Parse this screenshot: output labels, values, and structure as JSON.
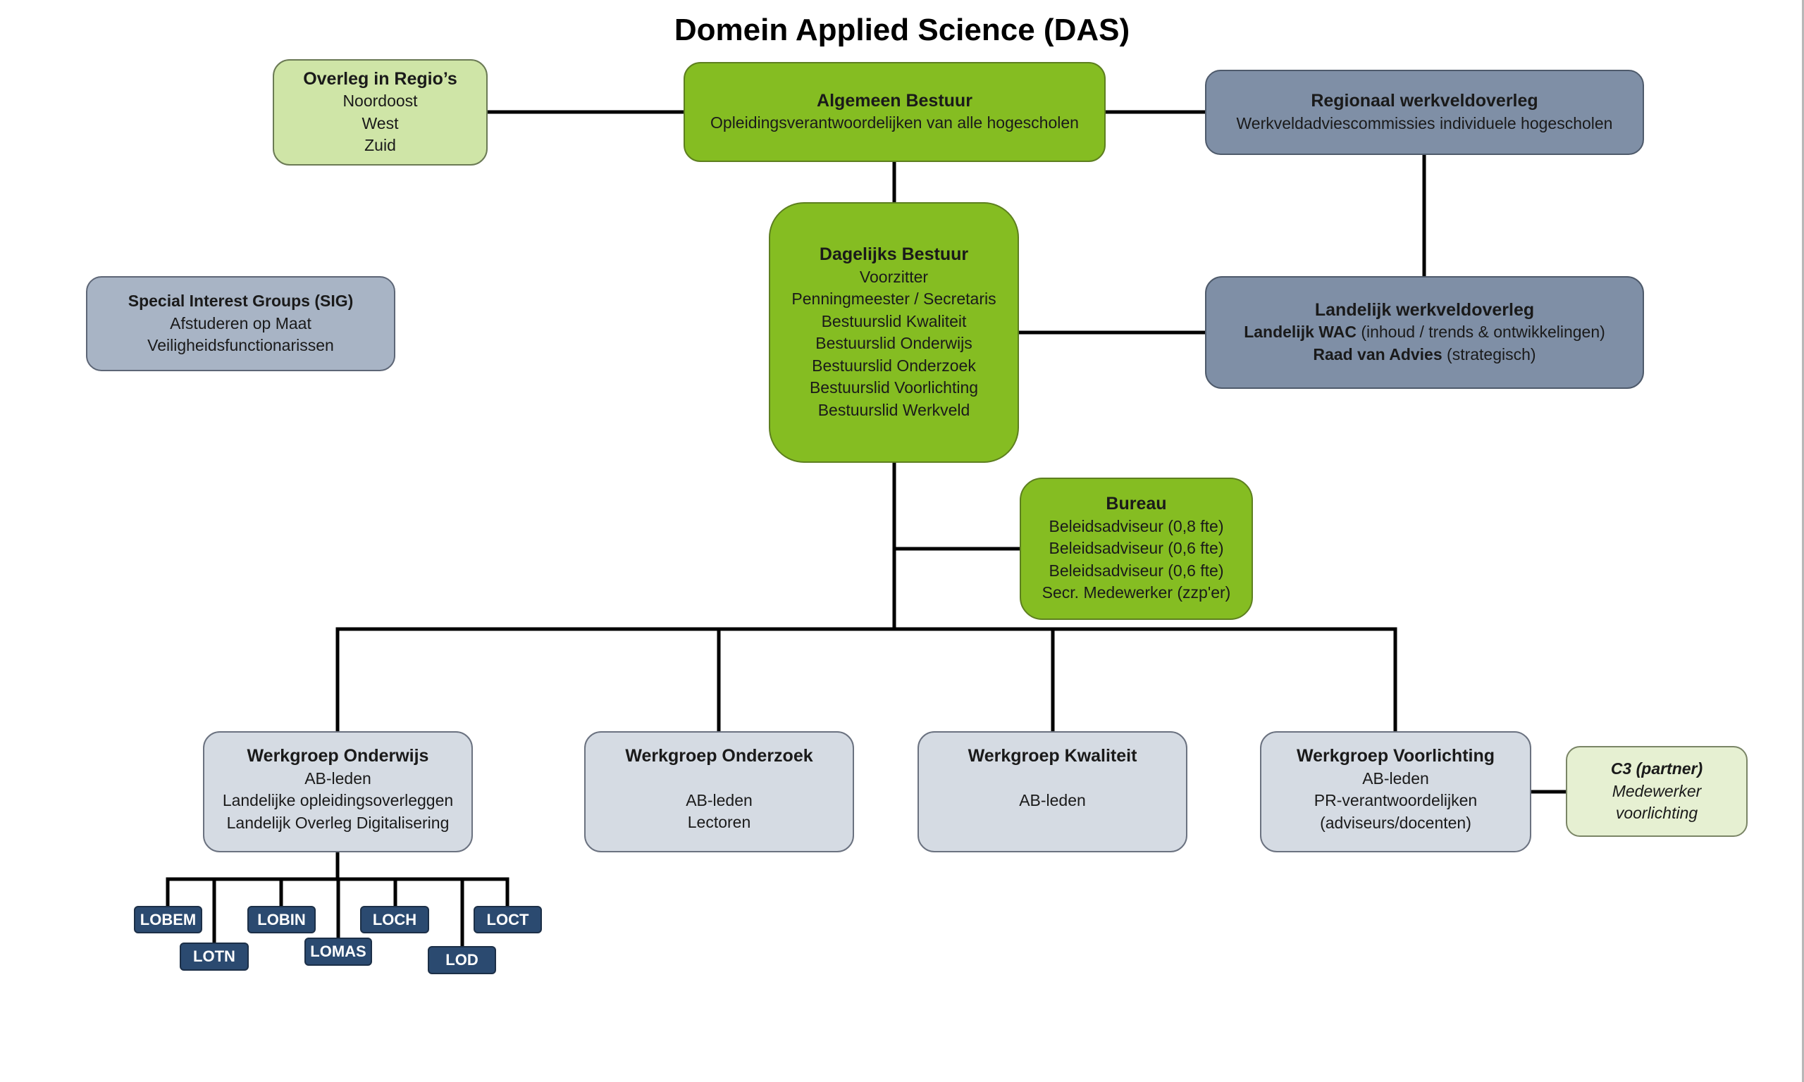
{
  "title": "Domein Applied Science (DAS)",
  "colors": {
    "bestuur_green": "#85bd22",
    "regio_light_green": "#cfe5a7",
    "partner_pale_green": "#e6f0d2",
    "werkveld_slate": "#7f8fa6",
    "sig_gray_blue": "#a8b4c5",
    "werkgroep_light_gray": "#d5dbe3",
    "lo_navy": "#2b4a70",
    "connector": "#000000"
  },
  "overleg_regios": {
    "heading": "Overleg in Regio’s",
    "lines": [
      "Noordoost",
      "West",
      "Zuid"
    ]
  },
  "algemeen_bestuur": {
    "heading": "Algemeen Bestuur",
    "lines": [
      "Opleidingsverantwoordelijken van alle hogescholen"
    ]
  },
  "regionaal_werkveldoverleg": {
    "heading": "Regionaal werkveldoverleg",
    "lines": [
      "Werkveldadviescommissies individuele hogescholen"
    ]
  },
  "sig": {
    "heading": "Special Interest Groups (SIG)",
    "lines": [
      "Afstuderen op Maat",
      "Veiligheidsfunctionarissen"
    ]
  },
  "dagelijks_bestuur": {
    "heading": "Dagelijks Bestuur",
    "lines": [
      "Voorzitter",
      "Penningmeester / Secretaris",
      "Bestuurslid Kwaliteit",
      "Bestuurslid Onderwijs",
      "Bestuurslid Onderzoek",
      "Bestuurslid Voorlichting",
      "Bestuurslid Werkveld"
    ]
  },
  "landelijk_werkveldoverleg": {
    "heading": "Landelijk werkveldoverleg",
    "line1_bold": "Landelijk WAC",
    "line1_rest": " (inhoud / trends & ontwikkelingen)",
    "line2_bold": "Raad van Advies",
    "line2_rest": " (strategisch)"
  },
  "bureau": {
    "heading": "Bureau",
    "lines": [
      "Beleidsadviseur (0,8 fte)",
      "Beleidsadviseur (0,6 fte)",
      "Beleidsadviseur (0,6 fte)",
      "Secr. Medewerker (zzp'er)"
    ]
  },
  "werkgroepen": [
    {
      "heading": "Werkgroep Onderwijs",
      "lines": [
        "AB-leden",
        "Landelijke opleidingsoverleggen",
        "Landelijk Overleg Digitalisering"
      ]
    },
    {
      "heading": "Werkgroep Onderzoek",
      "lines": [
        "",
        "AB-leden",
        "Lectoren"
      ]
    },
    {
      "heading": "Werkgroep Kwaliteit",
      "lines": [
        "",
        "AB-leden"
      ]
    },
    {
      "heading": "Werkgroep Voorlichting",
      "lines": [
        "AB-leden",
        "PR-verantwoordelijken",
        "(adviseurs/docenten)"
      ]
    }
  ],
  "partner": {
    "heading": "C3 (partner)",
    "lines": [
      "Medewerker",
      "voorlichting"
    ]
  },
  "landelijke_opleidingsoverleggen": [
    "LOBEM",
    "LOTN",
    "LOBIN",
    "LOMAS",
    "LOCH",
    "LOD",
    "LOCT"
  ]
}
